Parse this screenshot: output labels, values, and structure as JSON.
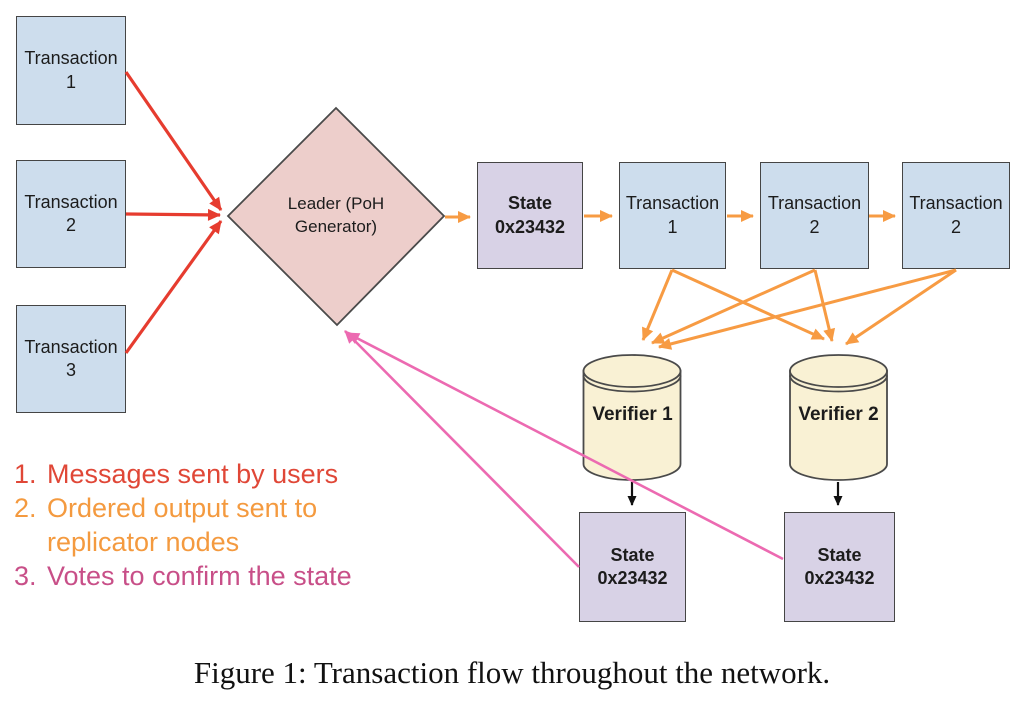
{
  "figure": {
    "caption": "Figure 1: Transaction flow throughout the network."
  },
  "nodes": {
    "tx1": {
      "label": "Transaction 1"
    },
    "tx2": {
      "label": "Transaction 2"
    },
    "tx3": {
      "label": "Transaction 3"
    },
    "leader": {
      "label": "Leader (PoH Generator)"
    },
    "state_top": {
      "label": "State 0x23432"
    },
    "chain_tx1": {
      "label": "Transaction 1"
    },
    "chain_tx2a": {
      "label": "Transaction 2"
    },
    "chain_tx2b": {
      "label": "Transaction 2"
    },
    "verifier1": {
      "label": "Verifier 1"
    },
    "verifier2": {
      "label": "Verifier 2"
    },
    "state_v1": {
      "label": "State 0x23432"
    },
    "state_v2": {
      "label": "State 0x23432"
    }
  },
  "legend": {
    "items": [
      {
        "number": "1.",
        "text": "Messages sent by users",
        "color": "#e04737"
      },
      {
        "number": "2.",
        "text": "Ordered output sent to replicator nodes",
        "color": "#f49a3f"
      },
      {
        "number": "3.",
        "text": "Votes to confirm the state",
        "color": "#c84f88"
      }
    ]
  },
  "colors": {
    "transaction_fill": "#cddded",
    "leader_fill": "#edcecb",
    "state_fill": "#d8d2e6",
    "verifier_fill": "#f9f1d4",
    "node_border": "#454545",
    "arrow_red": "#e63c2f",
    "arrow_orange": "#f79b43",
    "arrow_pink": "#ec6ab1",
    "arrow_black": "#111111"
  }
}
